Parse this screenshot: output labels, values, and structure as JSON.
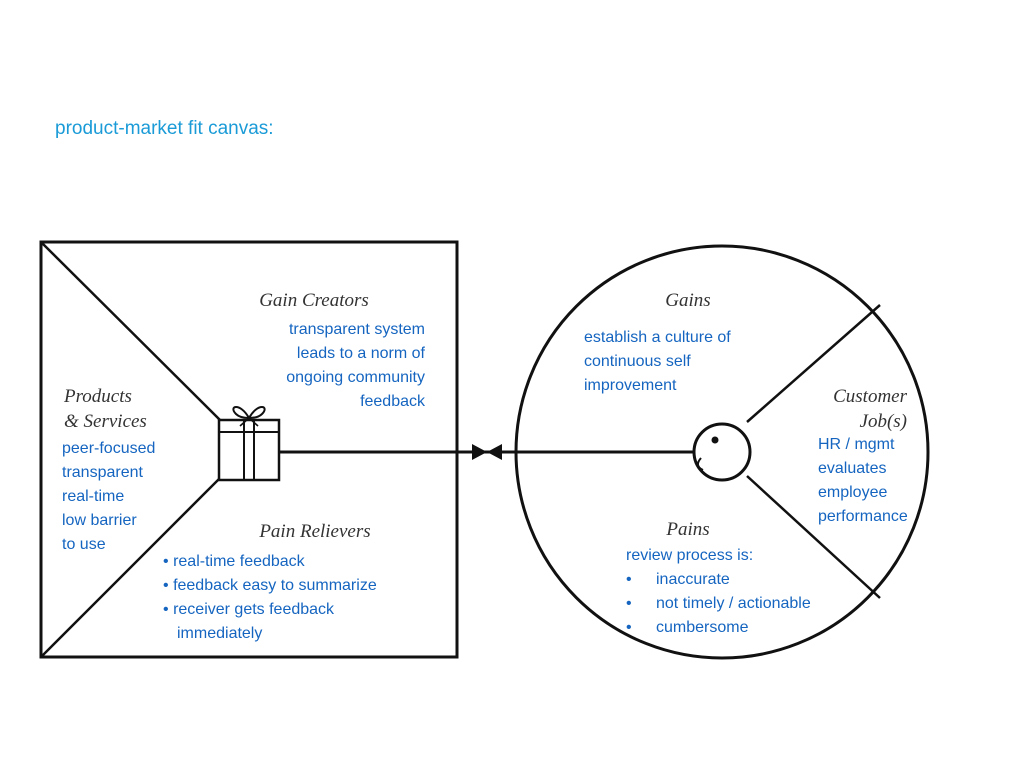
{
  "title": "product-market fit canvas:",
  "value_map": {
    "gain_creators_heading": "Gain Creators",
    "products_heading_line1": "Products",
    "products_heading_line2": "& Services",
    "pain_relievers_heading": "Pain Relievers",
    "gain_creators_text": [
      "transparent system",
      "leads to a norm of",
      "ongoing community",
      "feedback"
    ],
    "products_text": [
      "peer-focused",
      "transparent",
      "real-time",
      "low barrier",
      "to use"
    ],
    "pain_relievers_items": [
      "real-time feedback",
      "feedback easy to summarize",
      "receiver gets feedback"
    ],
    "pain_relievers_continuation": "immediately",
    "bullet_char": "•"
  },
  "customer_profile": {
    "gains_heading": "Gains",
    "customer_jobs_heading_line1": "Customer",
    "customer_jobs_heading_line2": "Job(s)",
    "pains_heading": "Pains",
    "gains_text": [
      "establish a culture of",
      "continuous self",
      "improvement"
    ],
    "customer_jobs_text": [
      "HR / mgmt",
      "evaluates",
      "employee",
      "performance"
    ],
    "pains_intro": "review process is:",
    "pains_items": [
      "inaccurate",
      "not timely / actionable",
      "cumbersome"
    ],
    "bullet_char": "•"
  },
  "colors": {
    "title": "#1a9bd7",
    "annotation": "#1565c0",
    "lines": "#111111"
  }
}
